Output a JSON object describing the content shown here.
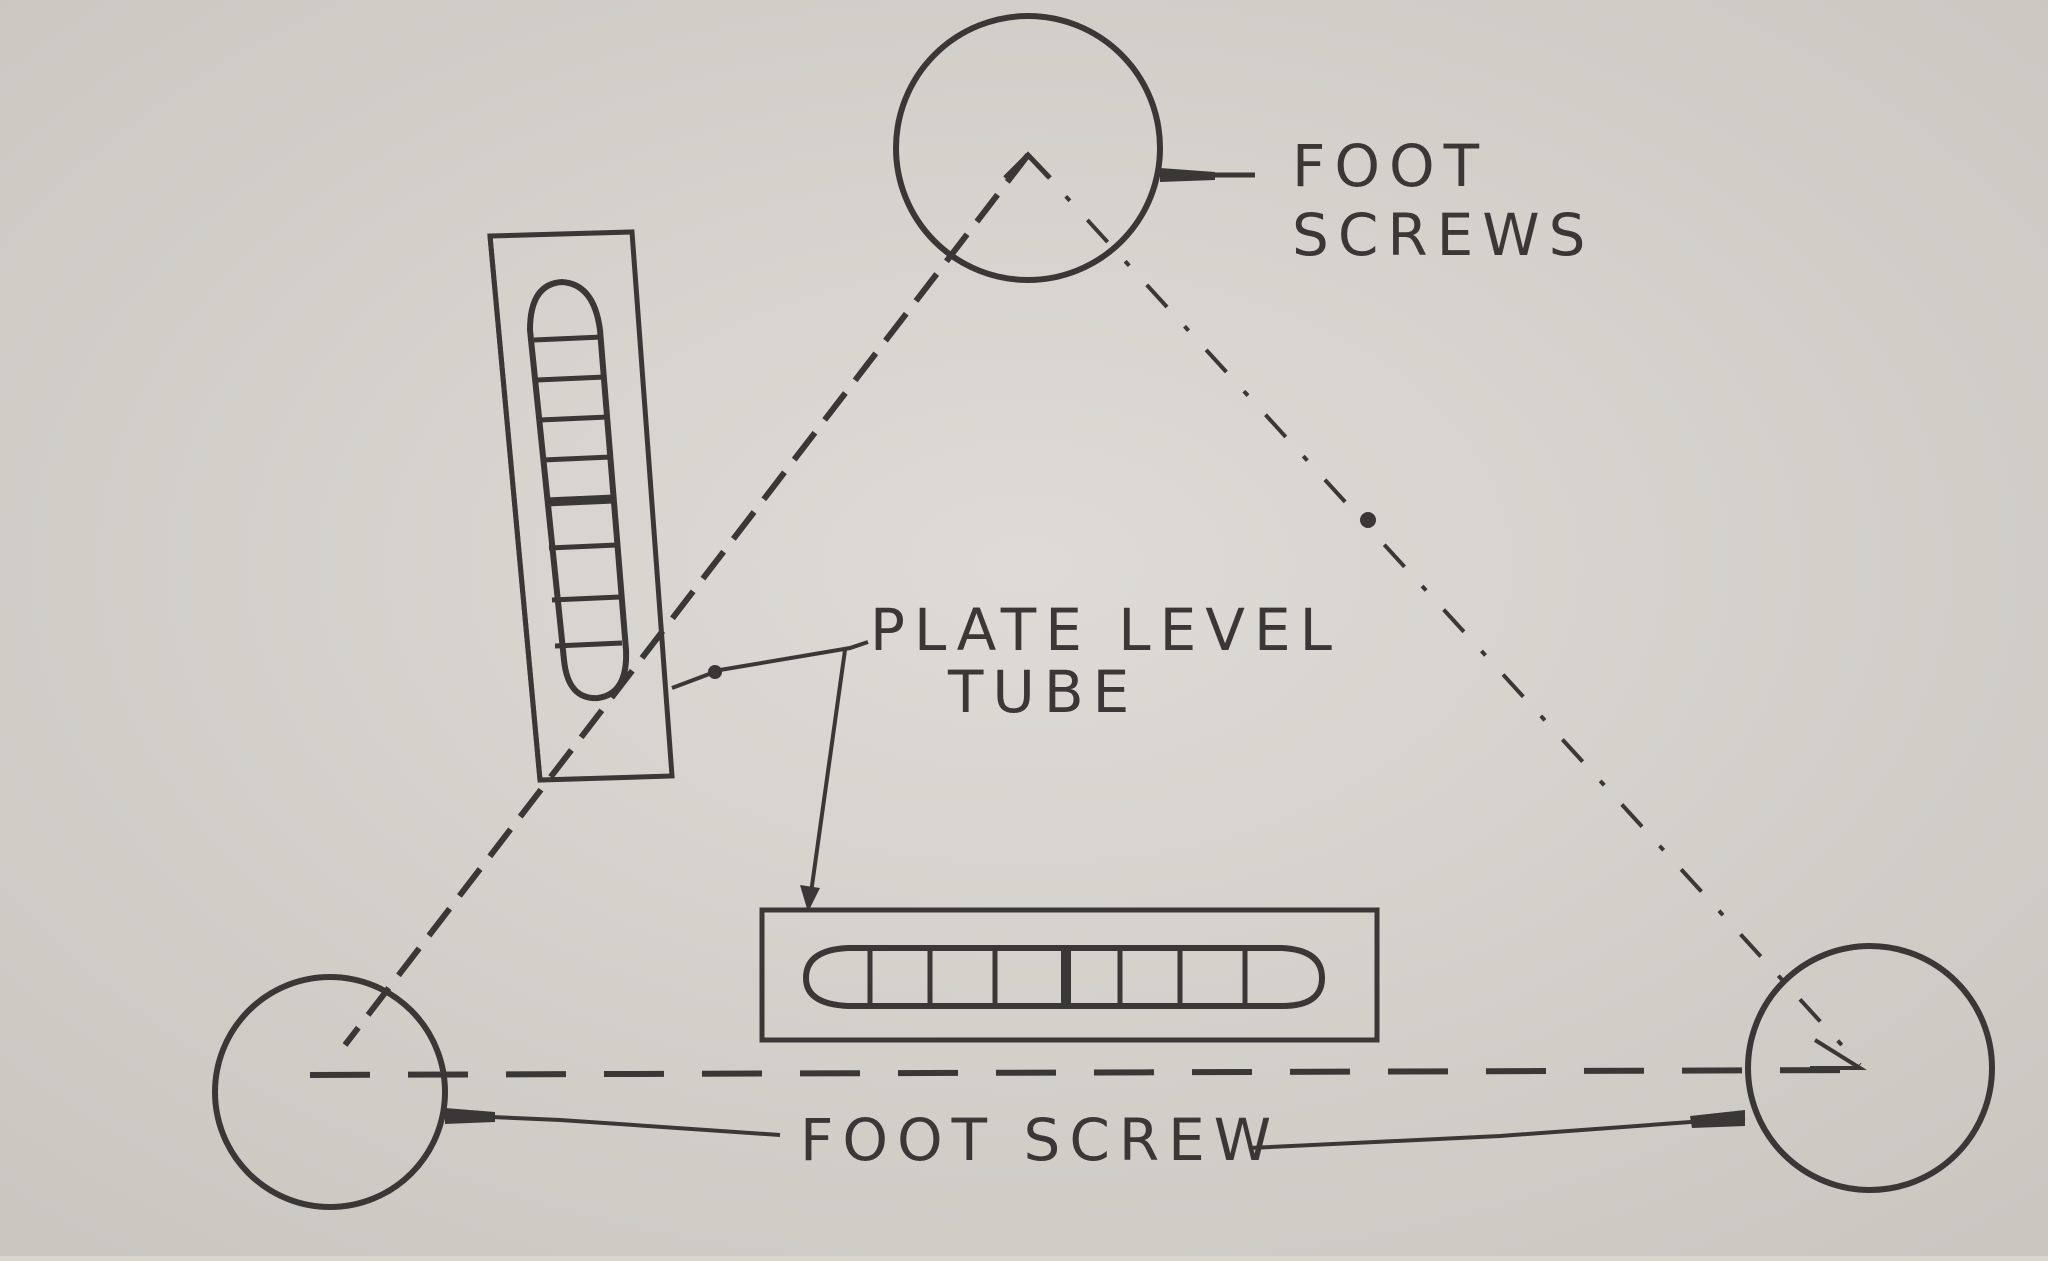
{
  "diagram": {
    "labels": {
      "foot_screws": [
        "FOOT",
        "SCREWS"
      ],
      "plate_level_tube": [
        "PLATE LEVEL",
        "TUBE"
      ],
      "foot_screw": "FOOT SCREW"
    },
    "colors": {
      "paper": "#d9d6d0",
      "ink": "#3a3836"
    }
  }
}
